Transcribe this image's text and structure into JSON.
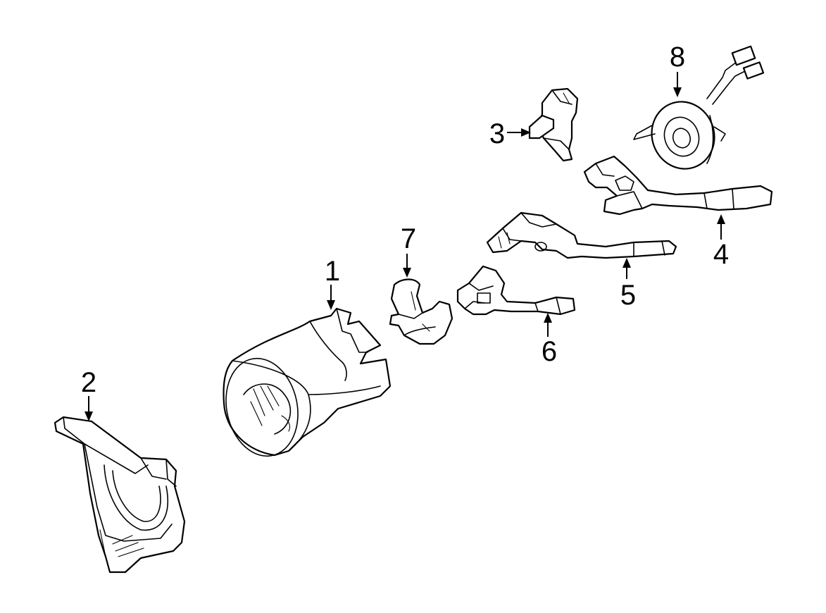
{
  "diagram": {
    "callouts": [
      {
        "label": "1",
        "part": "steering-column-cover"
      },
      {
        "label": "2",
        "part": "lower-column-shroud"
      },
      {
        "label": "3",
        "part": "ignition-switch"
      },
      {
        "label": "4",
        "part": "wiper-switch-lever"
      },
      {
        "label": "5",
        "part": "turn-signal-switch-lever"
      },
      {
        "label": "6",
        "part": "cruise-control-switch-lever"
      },
      {
        "label": "7",
        "part": "switch-bracket"
      },
      {
        "label": "8",
        "part": "clock-spring"
      }
    ]
  }
}
